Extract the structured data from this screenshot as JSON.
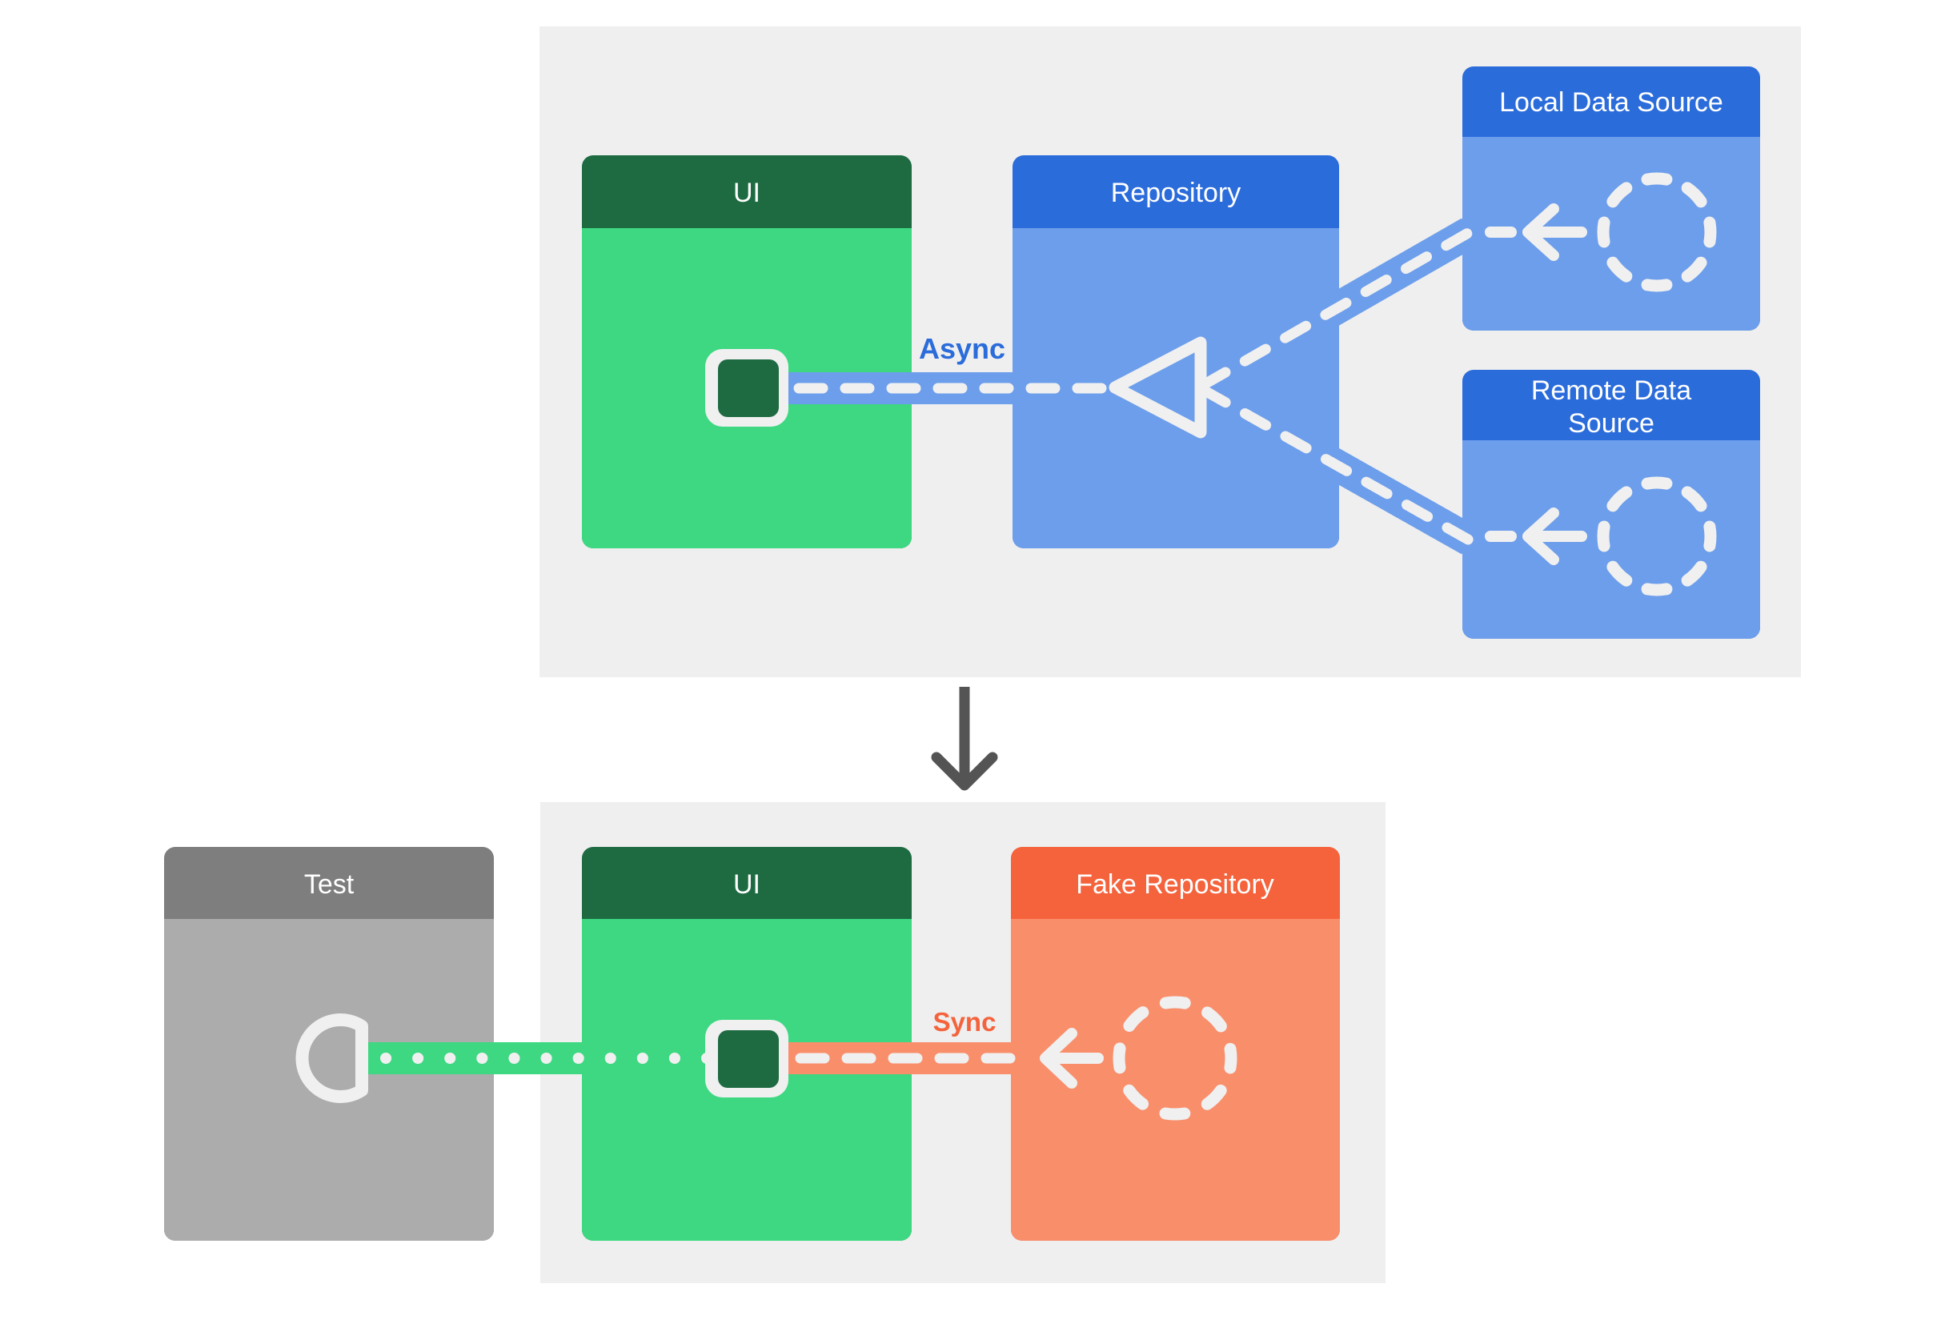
{
  "colors": {
    "background": "#FFFFFF",
    "panel_gray": "#EFEFEF",
    "green_header": "#1E6B42",
    "green_body": "#3DD881",
    "blue_header": "#2B6CDB",
    "blue_body": "#6D9EEB",
    "orange_header": "#F4633C",
    "orange_body": "#F98E6B",
    "gray_header": "#7E7E7E",
    "gray_body": "#ACACAC",
    "stroke_white": "#F0F0F0",
    "down_arrow_gray": "#545454",
    "async_text": "#2B6CDB",
    "sync_text": "#F4633C"
  },
  "production_diagram": {
    "ui_box": {
      "label": "UI"
    },
    "repository_box": {
      "label": "Repository"
    },
    "local_data_source_box": {
      "label": "Local Data Source"
    },
    "remote_data_source_box": {
      "label_line1": "Remote Data",
      "label_line2": "Source"
    },
    "connection_label": "Async"
  },
  "test_diagram": {
    "test_box": {
      "label": "Test"
    },
    "ui_box": {
      "label": "UI"
    },
    "fake_repository_box": {
      "label": "Fake Repository"
    },
    "connection_label": "Sync"
  },
  "icons": {
    "consumer_triangle": "hollow-left-triangle",
    "data_source_circle": "dashed-circle",
    "flow_arrow": "left-arrow",
    "ui_module_connector": "rounded-square-port",
    "test_socket": "half-round-socket",
    "transition_arrow": "down-arrow"
  }
}
